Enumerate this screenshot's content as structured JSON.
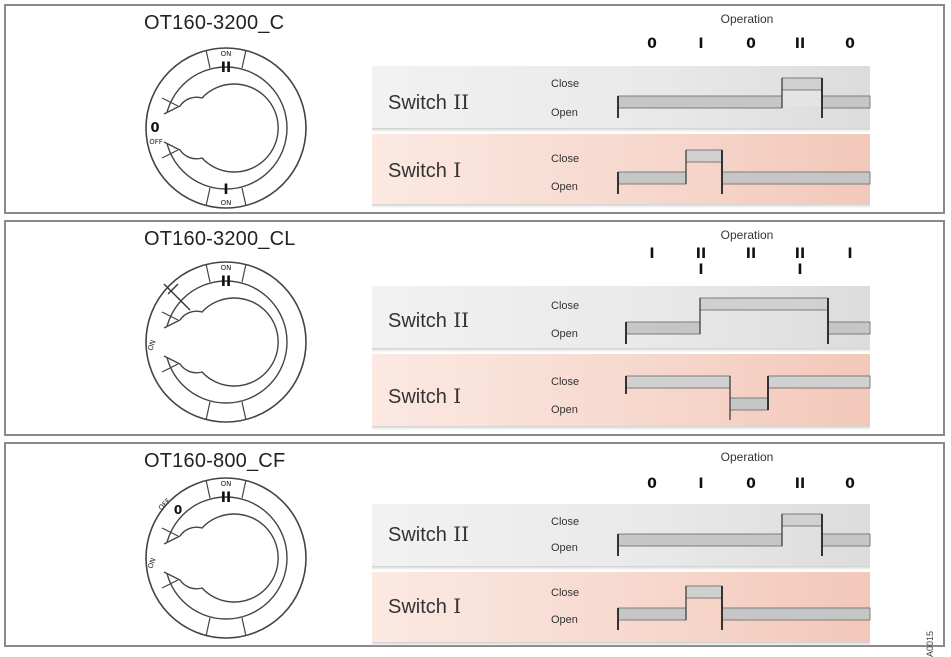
{
  "panels": [
    {
      "title": "OT160-3200_C",
      "operation_word": "Operation",
      "operations": [
        "0",
        "I",
        "0",
        "II",
        "0"
      ],
      "sub_operations": [],
      "dial": {
        "top": "ON",
        "top_num": "II",
        "left": "0",
        "left_sub": "OFF",
        "bottom": "I",
        "bottom_sub": "ON"
      },
      "switch_ii": {
        "name": "Switch",
        "num": "II",
        "close": "Close",
        "open": "Open"
      },
      "switch_i": {
        "name": "Switch",
        "num": "I",
        "close": "Close",
        "open": "Open"
      }
    },
    {
      "title": "OT160-3200_CL",
      "operation_word": "Operation",
      "operations": [
        "I",
        "II",
        "II",
        "II",
        "I"
      ],
      "sub_operations": [
        "I",
        "I"
      ],
      "dial": {
        "top": "ON",
        "top_num": "II",
        "left": "",
        "left_sub": "ON",
        "bottom": "",
        "bottom_sub": ""
      },
      "switch_ii": {
        "name": "Switch",
        "num": "II",
        "close": "Close",
        "open": "Open"
      },
      "switch_i": {
        "name": "Switch",
        "num": "I",
        "close": "Close",
        "open": "Open"
      }
    },
    {
      "title": "OT160-800_CF",
      "operation_word": "Operation",
      "operations": [
        "0",
        "I",
        "0",
        "II",
        "0"
      ],
      "sub_operations": [],
      "dial": {
        "top": "ON",
        "top_num": "II",
        "left": "0",
        "left_sub": "OFF",
        "bottom": "",
        "bottom_sub": "ON"
      },
      "switch_ii": {
        "name": "Switch",
        "num": "II",
        "close": "Close",
        "open": "Open"
      },
      "switch_i": {
        "name": "Switch",
        "num": "I",
        "close": "Close",
        "open": "Open"
      }
    }
  ],
  "figure_code": "A0015",
  "colors": {
    "border": "#8a8a8a",
    "band_ii": "#e9e9e9",
    "band_i": "#f6d6cb",
    "bar_top": "#f4f4f4",
    "bar_bottom": "#b9b9b9"
  }
}
